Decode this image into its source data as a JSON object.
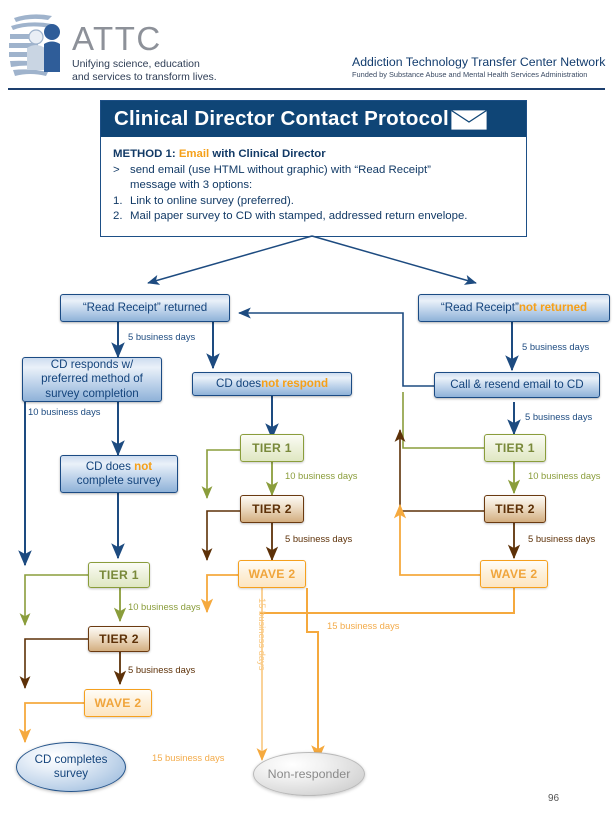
{
  "header": {
    "logo_icon": "attc-globe-people-logo",
    "brand": "ATTC",
    "tagline": "Unifying science, education\nand services to transform lives.",
    "tagline_line1": "Unifying science, education",
    "tagline_line2": "and services to transform lives.",
    "network_title": "Addiction Technology Transfer Center Network",
    "network_subtitle": "Funded by Substance Abuse and Mental Health Services Administration"
  },
  "method_card": {
    "title": "Clinical Director Contact Protocol",
    "envelope_icon": "envelope-icon",
    "head_prefix": "METHOD 1:",
    "head_highlight": "Email",
    "head_suffix": "with Clinical Director",
    "bullets": [
      {
        "mark": ">",
        "text_line1": "send email (use HTML without graphic) with “Read Receipt”",
        "text_line2": "message with 3 options:"
      },
      {
        "mark": "1.",
        "text_line1": "Link to online survey (preferred).",
        "text_line2": ""
      },
      {
        "mark": "2.",
        "text_line1": "Mail paper survey to CD with stamped, addressed return envelope.",
        "text_line2": ""
      }
    ]
  },
  "nodes": {
    "rr_returned": {
      "prefix": "“Read Receipt” returned",
      "highlight": "",
      "suffix": ""
    },
    "rr_not_returned": {
      "prefix": "“Read Receipt” ",
      "highlight": "not returned",
      "suffix": ""
    },
    "cd_responds": {
      "line1": "CD responds w/",
      "line2": "preferred method of",
      "line3": "survey completion"
    },
    "cd_no_respond": {
      "prefix": "CD does ",
      "highlight": "not respond",
      "suffix": ""
    },
    "call_resend": {
      "prefix": "Call & resend email to CD",
      "highlight": "",
      "suffix": ""
    },
    "cd_not_complete": {
      "prefix": "CD does ",
      "highlight": "not",
      "line2": "complete survey"
    },
    "tier1": "TIER 1",
    "tier2": "TIER 2",
    "wave2": "WAVE 2",
    "cd_completes": {
      "line1": "CD completes",
      "line2": "survey"
    },
    "non_responder": "Non-responder"
  },
  "edge_labels": {
    "five_days": "5 business days",
    "ten_days": "10 business days",
    "fifteen_days": "15 business days",
    "fifteen_days_wide": "15  business days"
  },
  "colors": {
    "navy": "#0f4576",
    "blue_border": "#1b4b84",
    "orange": "#f5a019",
    "green": "#8a9d3b",
    "brown": "#5d3108",
    "wave_orange": "#f5a01e",
    "grey_text": "#8a8a8a"
  },
  "footer": {
    "page_number": "96"
  }
}
